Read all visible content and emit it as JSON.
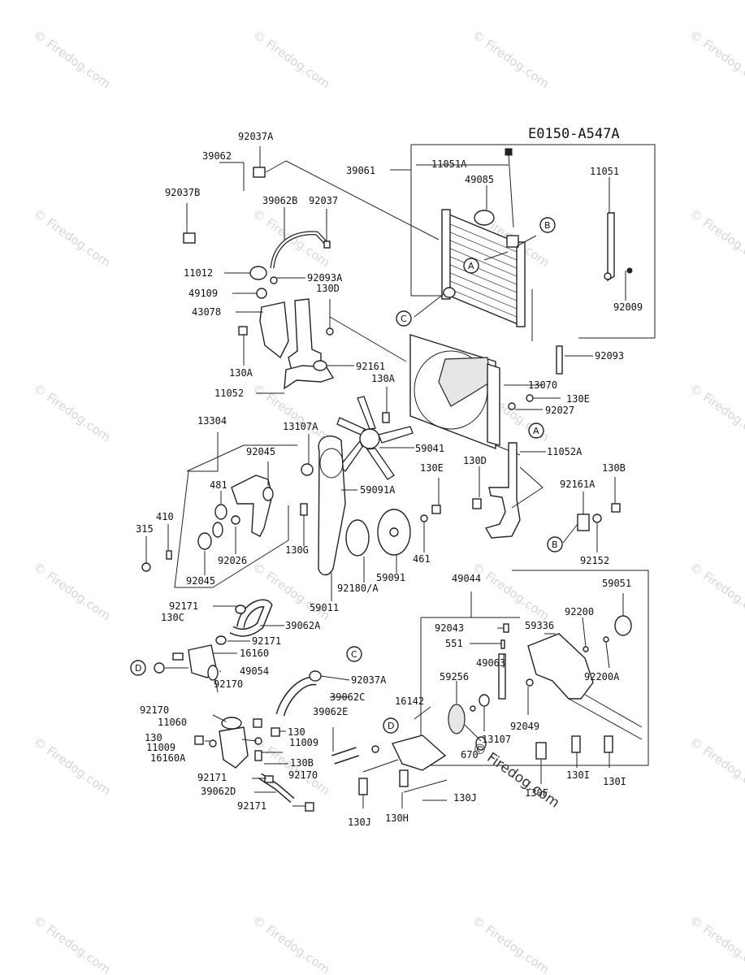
{
  "diagram_code": "E0150-A547A",
  "watermark": "© Firedog.com",
  "callouts": [
    "A",
    "B",
    "C",
    "D"
  ],
  "part_numbers": {
    "p92037A_top": "92037A",
    "p39062": "39062",
    "p92037B": "92037B",
    "p39062B": "39062B",
    "p92037": "92037",
    "p39061": "39061",
    "p11051A": "11051A",
    "p49085": "49085",
    "p11051": "11051",
    "p11012": "11012",
    "p92093A": "92093A",
    "p130D_top": "130D",
    "p49109": "49109",
    "p43078": "43078",
    "p92009": "92009",
    "p92093": "92093",
    "p130A_left": "130A",
    "p92161": "92161",
    "p130A_mid": "130A",
    "p11052": "11052",
    "p13070": "13070",
    "p130E_right": "130E",
    "p92027": "92027",
    "p13304": "13304",
    "p13107A": "13107A",
    "p92045_top": "92045",
    "p59041": "59041",
    "p11052A": "11052A",
    "p481": "481",
    "p59091A": "59091A",
    "p130E_mid": "130E",
    "p130D_mid": "130D",
    "p130B_right": "130B",
    "p92161A": "92161A",
    "p410": "410",
    "p315": "315",
    "p130G": "130G",
    "p461": "461",
    "p92026": "92026",
    "p92152": "92152",
    "p92045_bot": "92045",
    "p59091": "59091",
    "p92180A": "92180/A",
    "p49044": "49044",
    "p59011": "59011",
    "p59051": "59051",
    "p92171_a": "92171",
    "p130C": "130C",
    "p39062A": "39062A",
    "p92200": "92200",
    "p59336": "59336",
    "p92043": "92043",
    "p92171_b": "92171",
    "p551": "551",
    "p16160": "16160",
    "p49063": "49063",
    "p49054": "49054",
    "p92200A": "92200A",
    "p92037A_bot": "92037A",
    "p59256": "59256",
    "p92170_a": "92170",
    "p92170_left": "92170",
    "p39062C": "39062C",
    "p16142": "16142",
    "p39062E": "39062E",
    "p92049": "92049",
    "p11060": "11060",
    "p130_a": "130",
    "p130_b": "130",
    "p13107": "13107",
    "p11009_a": "11009",
    "p11009_b": "11009",
    "p670": "670",
    "p16160A": "16160A",
    "p130B_left": "130B",
    "p92170_b": "92170",
    "p130I_a": "130I",
    "p130I_b": "130I",
    "p130F": "130F",
    "p92171_c": "92171",
    "p39062D": "39062D",
    "p130J_a": "130J",
    "p92171_d": "92171",
    "p130H": "130H",
    "p130J_b": "130J"
  }
}
